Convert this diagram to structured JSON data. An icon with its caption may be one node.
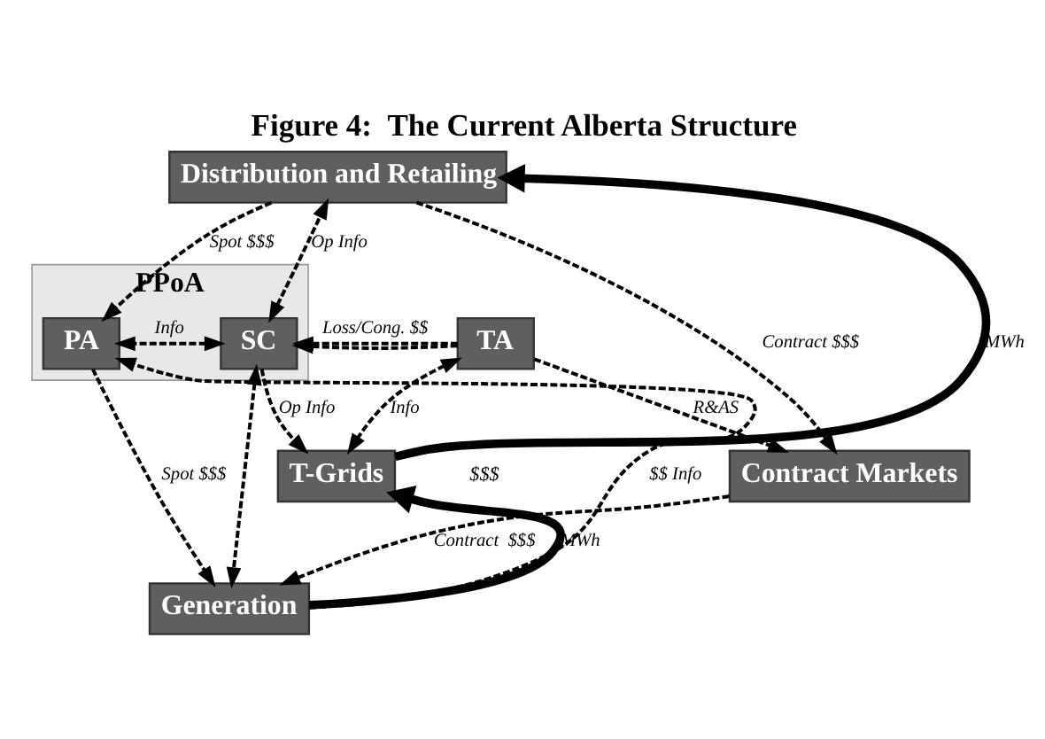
{
  "diagram": {
    "title": "Figure 4:  The Current Alberta Structure",
    "nodes": [
      {
        "text": [
          "Distribution and Retailing"
        ]
      },
      {
        "text": [
          "PPoA"
        ]
      },
      {
        "text": [
          "SC"
        ],
        "in": 1
      },
      {
        "text": [
          "PA"
        ],
        "in": 1
      },
      {
        "text": [
          "TA"
        ]
      },
      {
        "text": [
          "Contract Markets"
        ]
      },
      {
        "text": [
          "T-Grids"
        ]
      },
      {
        "text": [
          "Generation"
        ]
      }
    ],
    "edges": [
      {
        "from": 6,
        "to": 0,
        "arrow": "to",
        "label": "MWh",
        "style": "thick"
      },
      {
        "from": 2,
        "to": 0,
        "arrow": "both",
        "label": "Op Info",
        "style": "dashed"
      },
      {
        "from": 0,
        "to": 3,
        "arrow": "to",
        "label": "Spot $$$",
        "style": "dashed"
      },
      {
        "from": 0,
        "to": 5,
        "arrow": "to",
        "label": "Contract $$$",
        "style": "dashed"
      },
      {
        "from": 4,
        "to": 2,
        "arrow": "to",
        "label": "Loss/Cong. $$",
        "style": "dashed"
      },
      {
        "from": 2,
        "to": 3,
        "arrow": "both",
        "label": "Info",
        "style": "dashed"
      },
      {
        "from": 4,
        "to": 2,
        "arrow": "to",
        "style": "dashed"
      },
      {
        "from": 4,
        "to": 5,
        "arrow": "to",
        "label": "R&AS",
        "style": "dashed"
      },
      {
        "from": 4,
        "to": 6,
        "arrow": "both",
        "label": "Info",
        "style": "dashed"
      },
      {
        "from": 2,
        "to": 6,
        "arrow": "to",
        "label": "Op Info",
        "style": "dashed"
      },
      {
        "from": 2,
        "to": 7,
        "arrow": "both",
        "style": "dashed"
      },
      {
        "from": 7,
        "to": 3,
        "arrow": "to",
        "label": "$$ Info",
        "style": "dashed"
      },
      {
        "from": 3,
        "to": 7,
        "arrow": "to",
        "label": "Spot $$$",
        "style": "dashed"
      },
      {
        "from": 5,
        "to": 7,
        "arrow": "to",
        "label": "Contract  $$$",
        "style": "dashed"
      },
      {
        "from": 7,
        "to": 6,
        "arrow": "to",
        "label": "MWh",
        "style": "thick"
      }
    ],
    "labels": [
      "$$$"
    ]
  }
}
